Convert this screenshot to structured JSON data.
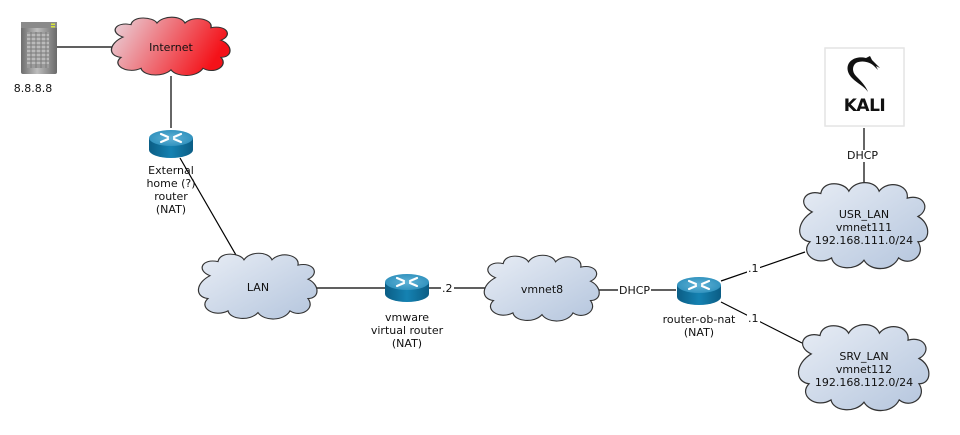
{
  "diagram": {
    "nodes": {
      "server": {
        "label": "8.8.8.8",
        "icon": "server-icon"
      },
      "internet": {
        "label": "Internet",
        "shape": "cloud",
        "fill": "#f2222a"
      },
      "external_router": {
        "label": "External\nhome (?)\nrouter\n(NAT)",
        "icon": "router-icon"
      },
      "lan": {
        "label": "LAN",
        "shape": "cloud"
      },
      "vmware_router": {
        "label": "vmware\nvirtual router\n(NAT)",
        "icon": "router-icon"
      },
      "vmnet8": {
        "label": "vmnet8",
        "shape": "cloud"
      },
      "router_ob_nat": {
        "label": "router-ob-nat\n(NAT)",
        "icon": "router-icon"
      },
      "kali": {
        "label": "KALI",
        "icon": "kali-dragon-icon"
      },
      "usr_lan": {
        "label": "USR_LAN\nvmnet111\n192.168.111.0/24",
        "shape": "cloud"
      },
      "srv_lan": {
        "label": "SRV_LAN\nvmnet112\n192.168.112.0/24",
        "shape": "cloud"
      }
    },
    "edges": {
      "vmware_to_vmnet8": ".2",
      "vmnet8_to_router": "DHCP",
      "router_to_usr": ".1",
      "router_to_srv": ".1",
      "kali_to_usr": "DHCP"
    },
    "colors": {
      "cloud_fill_start": "#e6ebf3",
      "cloud_fill_end": "#b7c7de",
      "internet_fill_start": "#e9d6df",
      "internet_fill_end": "#f3151d",
      "router_blue": "#0f6e9a",
      "line": "#000000"
    }
  }
}
